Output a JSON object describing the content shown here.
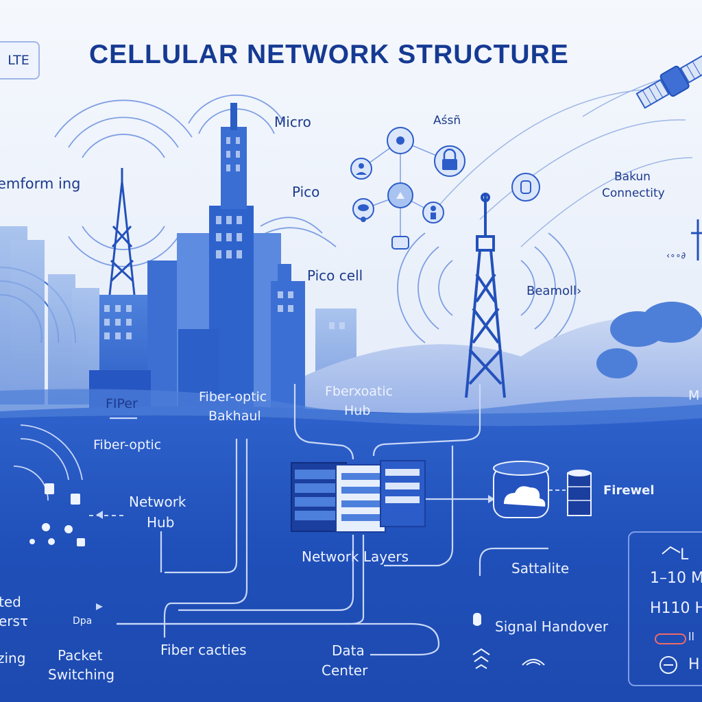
{
  "title": "CELLULAR NETWORK STRUCTURE",
  "badge": "LTE",
  "labels": {
    "beamforming": "emform ing",
    "micro": "Micro",
    "pico": "Pico",
    "pico_cell": "Pico cell",
    "assets": "Aśsñ",
    "backup_line1": "Bakun",
    "backup_line2": "Connectity",
    "beamoll": "Beamoll›",
    "small_mark": "‹∘∘∂",
    "fiber_short": "FIPer",
    "fiber_optic_backhaul_line1": "Fiber-optic",
    "fiber_optic_backhaul_line2": "Bakhaul",
    "fiber_optic": "Fiber-optic",
    "fiberoptic_hub_line1": "Fberxoatic",
    "fiberoptic_hub_line2": "Hub",
    "right_edge": "M",
    "network_hub_line1": "Network",
    "network_hub_line2": "Hub",
    "network_layers": "Network Layers",
    "firewall": "Firewel",
    "satellite": "Sattalite",
    "signal_handover": "Signal Handover",
    "fiber_cables": "Fiber cacties",
    "data_center_line1": "Data",
    "data_center_line2": "Center",
    "packet_switching_line1": "Packet",
    "packet_switching_line2": "Switching",
    "left_bottom_1": "ted",
    "left_bottom_2": "ersτ",
    "left_bottom_3": "zing",
    "dpa": "Dpa"
  },
  "legend": {
    "items": [
      {
        "text": "L"
      },
      {
        "text": "1–10 M"
      },
      {
        "text": "H110 H"
      },
      {
        "text": "ll"
      },
      {
        "text": "H"
      }
    ]
  },
  "colors": {
    "primary": "#1f50c4",
    "dark_blue": "#163a93",
    "light_bg": "#f3f6fc",
    "underground": "#1d4fb8"
  }
}
